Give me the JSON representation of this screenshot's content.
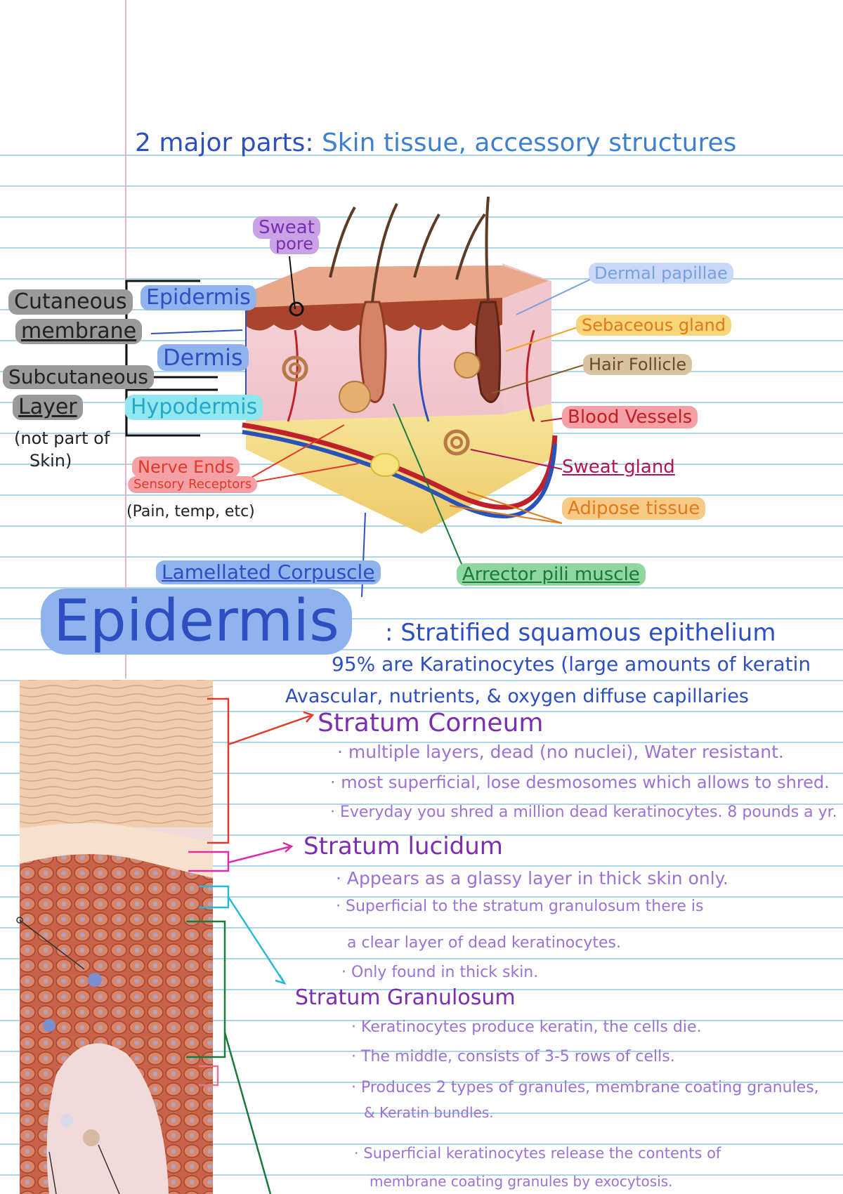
{
  "page": {
    "heading": {
      "prefix": "2 major parts",
      "colon": ":",
      "rest": "Skin tissue, accessory structures"
    }
  },
  "diagram": {
    "left_labels": {
      "cutaneous_1": "Cutaneous",
      "cutaneous_2": "membrane",
      "subcutaneous_1": "Subcutaneous",
      "subcutaneous_2": "Layer",
      "not_part_1": "(not part of",
      "not_part_2": "Skin)"
    },
    "layer_labels": {
      "epidermis": "Epidermis",
      "dermis": "Dermis",
      "hypodermis": "Hypodermis"
    },
    "callouts": {
      "sweat_pore_1": "Sweat",
      "sweat_pore_2": "pore",
      "dermal_papillae": "Dermal papillae",
      "sebaceous_gland": "Sebaceous gland",
      "hair_follicle": "Hair Follicle",
      "blood_vessels": "Blood Vessels",
      "sweat_gland": "Sweat gland",
      "adipose_tissue": "Adipose tissue",
      "nerve_ends": "Nerve Ends",
      "sensory_receptors": "Sensory Receptors",
      "pain_temp": "(Pain, temp, etc)",
      "lamellated_corpuscle": "Lamellated Corpuscle",
      "arrector_pili": "Arrector pili muscle"
    }
  },
  "epidermis": {
    "title": "Epidermis",
    "definition": ": Stratified squamous epithelium",
    "keratinocytes": "95% are Karatinocytes (large amounts of keratin",
    "avascular": "Avascular, nutrients, & oxygen diffuse capillaries",
    "corneum": {
      "title": "Stratum Corneum",
      "notes": [
        "multiple layers, dead (no nuclei), Water resistant.",
        "most superficial, lose desmosomes which allows to shred.",
        "Everyday you shred a million dead keratinocytes. 8 pounds a yr."
      ]
    },
    "lucidum": {
      "title": "Stratum lucidum",
      "notes": [
        "Appears as a glassy layer in thick skin only.",
        "Superficial to the stratum granulosum there is",
        "a clear layer of dead keratinocytes.",
        "Only found in thick skin."
      ]
    },
    "granulosum": {
      "title": "Stratum Granulosum",
      "notes": [
        "Keratinocytes produce keratin, the cells die.",
        "The middle, consists of 3-5 rows of cells.",
        "Produces 2 types of granules, membrane coating granules,",
        "& Keratin bundles.",
        "Superficial keratinocytes release the contents of",
        "membrane coating granules by exocytosis."
      ]
    }
  },
  "colors": {
    "ink_blue": "#2d4fc1",
    "ink_purple": "#7b2fb0",
    "note_purple": "#9a72d6",
    "rule_blue": "#a9d6ea",
    "hl_purple": "#c9a3e6",
    "hl_blue": "#8fb3ec",
    "hl_cyan": "#8fe8f0",
    "hl_gray": "#9a9a9a",
    "hl_red": "#f4a0a4",
    "hl_orange": "#f7c986",
    "hl_green": "#8fd6a0",
    "hl_light_blue": "#c9d8f6",
    "hl_yellow": "#f7d57a"
  }
}
